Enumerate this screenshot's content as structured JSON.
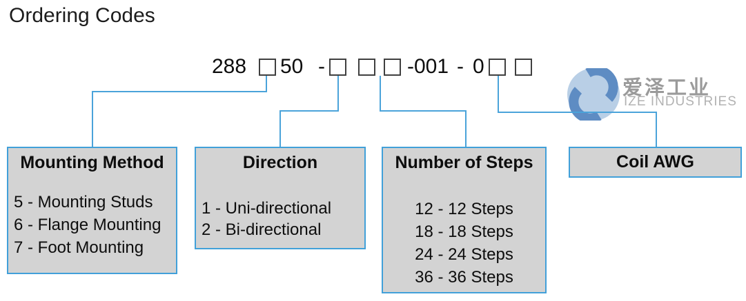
{
  "title": "Ordering Codes",
  "code": {
    "prefix": "288",
    "mid": "50",
    "dash1": "-",
    "suffix1": "-001",
    "dash2": "-",
    "zero": "0",
    "placeholder_boxes": 6
  },
  "boxes": [
    {
      "title": "Mounting Method",
      "items": [
        "5 - Mounting Studs",
        "6 - Flange Mounting",
        "7 - Foot Mounting"
      ]
    },
    {
      "title": "Direction",
      "items": [
        "1 - Uni-directional",
        "2 - Bi-directional"
      ]
    },
    {
      "title": "Number of Steps",
      "items": [
        "12 - 12 Steps",
        "18 - 18 Steps",
        "24 - 24 Steps",
        "36 - 36 Steps"
      ]
    },
    {
      "title": "Coil AWG",
      "items": []
    }
  ],
  "logo": {
    "cn": "爱泽工业",
    "en": "IZE INDUSTRIES"
  },
  "colors": {
    "connector_blue": "#4aa3da",
    "box_border_blue": "#41a0d9",
    "box_fill_gray": "#d3d3d3",
    "square_border": "#3f3f3f",
    "logo_light_blue": "#b9cfe6",
    "logo_dark_blue": "#5e8cc3",
    "logo_text_gray": "#9a9a9a"
  }
}
